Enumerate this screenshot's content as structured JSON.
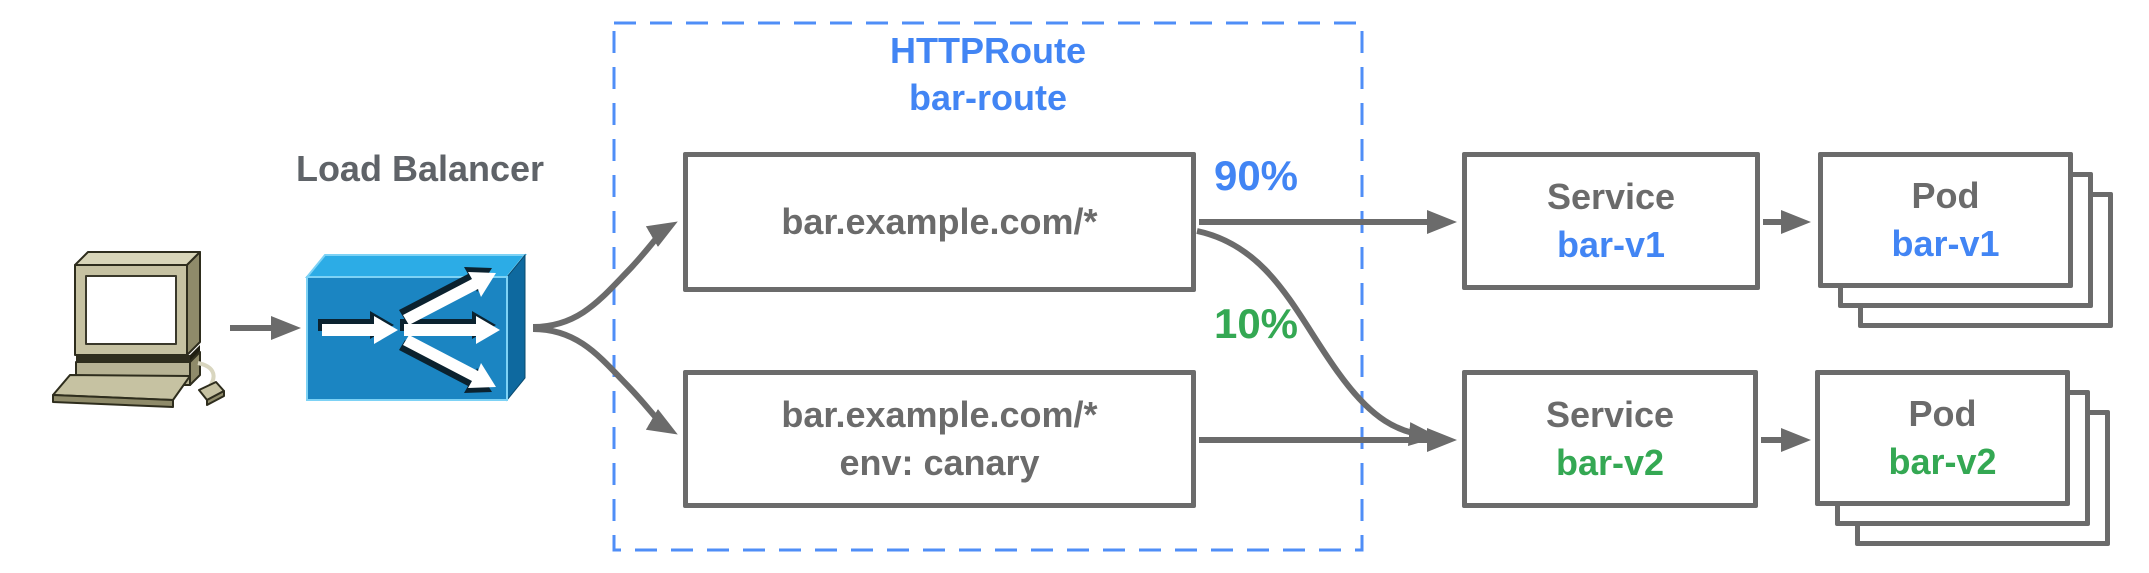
{
  "load_balancer": {
    "label": "Load Balancer"
  },
  "httproute": {
    "kind": "HTTPRoute",
    "name": "bar-route",
    "rules": [
      {
        "host": "bar.example.com/*",
        "header": ""
      },
      {
        "host": "bar.example.com/*",
        "header": "env: canary"
      }
    ],
    "weights": {
      "primary": "90%",
      "canary": "10%"
    }
  },
  "services": [
    {
      "kind": "Service",
      "name": "bar-v1"
    },
    {
      "kind": "Service",
      "name": "bar-v2"
    }
  ],
  "pods": [
    {
      "kind": "Pod",
      "name": "bar-v1"
    },
    {
      "kind": "Pod",
      "name": "bar-v2"
    }
  ],
  "icons": {
    "client": "desktop-computer-icon",
    "load_balancer": "load-balancer-box-icon"
  },
  "colors": {
    "accent_blue": "#4285f4",
    "accent_green": "#34a853",
    "line_gray": "#6b6b6b",
    "label_gray": "#5f6368",
    "dashed_border_blue": "#4f8ef7",
    "lb_front_blue": "#1b85c2",
    "lb_top_blue": "#2cace6",
    "lb_side_blue": "#0e699f",
    "computer_beige": "#c6c2a2"
  }
}
